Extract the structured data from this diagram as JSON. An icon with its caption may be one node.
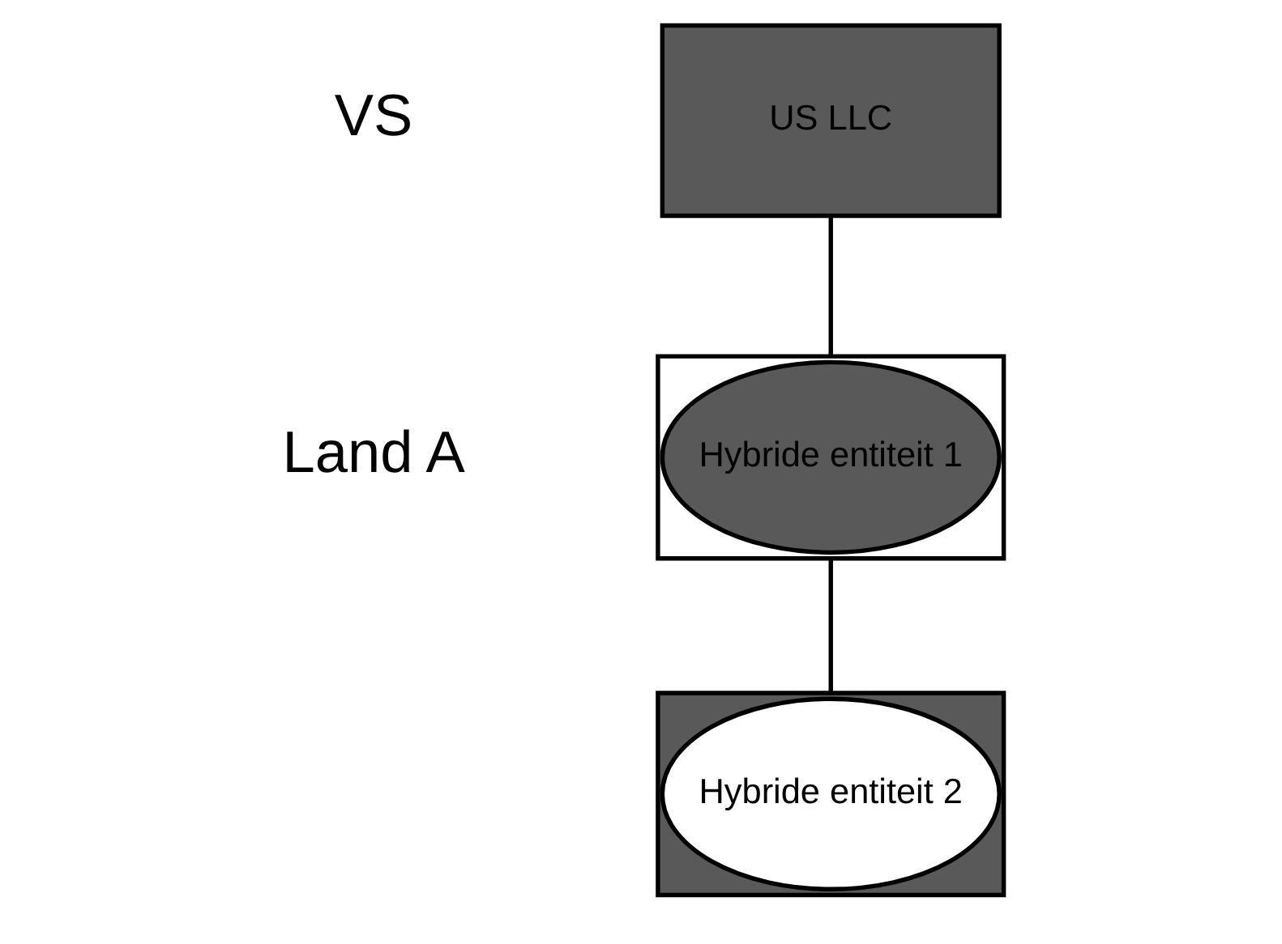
{
  "diagram": {
    "nodes": [
      {
        "text": [
          "US LLC"
        ]
      },
      {
        "text": [],
        "shape": "box"
      },
      {
        "text": [
          "Hybride entiteit 1"
        ],
        "in": 1
      },
      {
        "text": [],
        "shape": "box"
      },
      {
        "text": [
          "Hybride entiteit 2"
        ],
        "in": 3
      }
    ],
    "edges": [
      {
        "from": 0,
        "to": 1,
        "arrow": "none"
      },
      {
        "from": 1,
        "to": 3,
        "arrow": "none"
      }
    ],
    "labels": [
      "VS",
      "Land A"
    ]
  }
}
